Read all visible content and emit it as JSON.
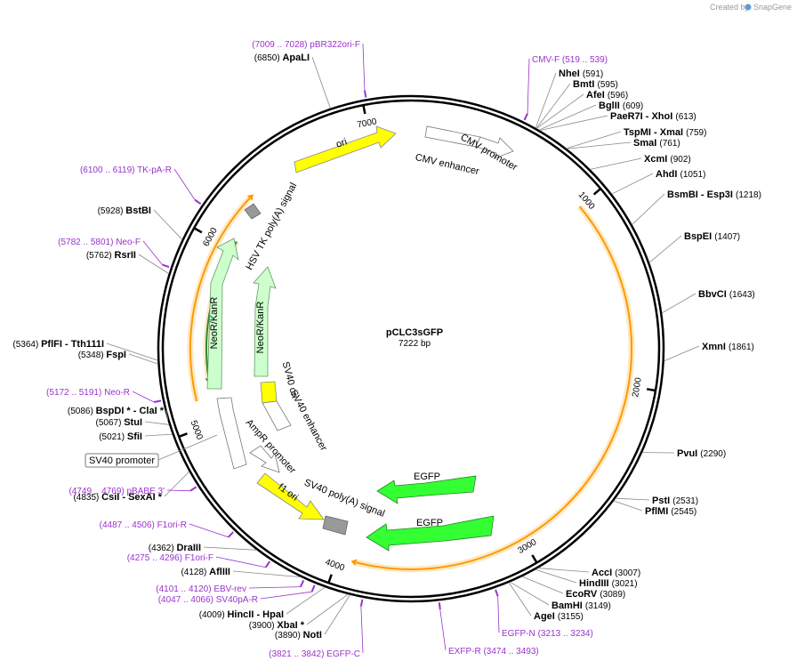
{
  "plasmid": {
    "name": "pCLC3sGFP",
    "size_label": "7222 bp",
    "length": 7222
  },
  "branding": {
    "created_by": "Created by",
    "product": "SnapGene"
  },
  "ticks": [
    {
      "bp": 1000,
      "label": "1000"
    },
    {
      "bp": 2000,
      "label": "2000"
    },
    {
      "bp": 3000,
      "label": "3000"
    },
    {
      "bp": 4000,
      "label": "4000"
    },
    {
      "bp": 5000,
      "label": "5000"
    },
    {
      "bp": 6000,
      "label": "6000"
    },
    {
      "bp": 7000,
      "label": "7000"
    }
  ],
  "enzymes": [
    {
      "name": "NheI",
      "pos": "(591)",
      "bp": 591,
      "side": "right"
    },
    {
      "name": "BmtI",
      "pos": "(595)",
      "bp": 595,
      "side": "right"
    },
    {
      "name": "AfeI",
      "pos": "(596)",
      "bp": 596,
      "side": "right"
    },
    {
      "name": "BglII",
      "pos": "(609)",
      "bp": 609,
      "side": "right"
    },
    {
      "name": "PaeR7I - XhoI",
      "pos": "(613)",
      "bp": 613,
      "side": "right"
    },
    {
      "name": "TspMI - XmaI",
      "pos": "(759)",
      "bp": 759,
      "side": "right"
    },
    {
      "name": "SmaI",
      "pos": "(761)",
      "bp": 761,
      "side": "right"
    },
    {
      "name": "XcmI",
      "pos": "(902)",
      "bp": 902,
      "side": "right"
    },
    {
      "name": "AhdI",
      "pos": "(1051)",
      "bp": 1051,
      "side": "right"
    },
    {
      "name": "BsmBI - Esp3I",
      "pos": "(1218)",
      "bp": 1218,
      "side": "right"
    },
    {
      "name": "BspEI",
      "pos": "(1407)",
      "bp": 1407,
      "side": "right"
    },
    {
      "name": "BbvCI",
      "pos": "(1643)",
      "bp": 1643,
      "side": "right"
    },
    {
      "name": "XmnI",
      "pos": "(1861)",
      "bp": 1861,
      "side": "right"
    },
    {
      "name": "PvuI",
      "pos": "(2290)",
      "bp": 2290,
      "side": "right"
    },
    {
      "name": "PstI",
      "pos": "(2531)",
      "bp": 2531,
      "side": "right"
    },
    {
      "name": "PflMI",
      "pos": "(2545)",
      "bp": 2545,
      "side": "right"
    },
    {
      "name": "AccI",
      "pos": "(3007)",
      "bp": 3007,
      "side": "right"
    },
    {
      "name": "HindIII",
      "pos": "(3021)",
      "bp": 3021,
      "side": "right"
    },
    {
      "name": "EcoRV",
      "pos": "(3089)",
      "bp": 3089,
      "side": "right"
    },
    {
      "name": "BamHI",
      "pos": "(3149)",
      "bp": 3149,
      "side": "right"
    },
    {
      "name": "AgeI",
      "pos": "(3155)",
      "bp": 3155,
      "side": "right"
    },
    {
      "name": "NotI",
      "pos": "(3890)",
      "bp": 3890,
      "side": "left"
    },
    {
      "name": "XbaI *",
      "pos": "(3900)",
      "bp": 3900,
      "side": "left"
    },
    {
      "name": "HincII - HpaI",
      "pos": "(4009)",
      "bp": 4009,
      "side": "left"
    },
    {
      "name": "AflIII",
      "pos": "(4128)",
      "bp": 4128,
      "side": "left"
    },
    {
      "name": "DraIII",
      "pos": "(4362)",
      "bp": 4362,
      "side": "left"
    },
    {
      "name": "CsiI - SexAI *",
      "pos": "(4835)",
      "bp": 4835,
      "side": "left"
    },
    {
      "name": "StuI",
      "pos": "(5067)",
      "bp": 5067,
      "side": "left"
    },
    {
      "name": "SfiI",
      "pos": "(5021)",
      "bp": 5021,
      "side": "left"
    },
    {
      "name": "BspDI * - ClaI *",
      "pos": "(5086)",
      "bp": 5086,
      "side": "left"
    },
    {
      "name": "FspI",
      "pos": "(5348)",
      "bp": 5348,
      "side": "left"
    },
    {
      "name": "PflFI - Tth111I",
      "pos": "(5364)",
      "bp": 5364,
      "side": "left"
    },
    {
      "name": "RsrII",
      "pos": "(5762)",
      "bp": 5762,
      "side": "left"
    },
    {
      "name": "BstBI",
      "pos": "(5928)",
      "bp": 5928,
      "side": "left"
    },
    {
      "name": "ApaLI",
      "pos": "(6850)",
      "bp": 6850,
      "side": "left"
    }
  ],
  "primers": [
    {
      "name": "pBR322ori-F",
      "range": "(7009 .. 7028)",
      "bp": 7018
    },
    {
      "name": "CMV-F",
      "range": "(519 .. 539)",
      "bp": 529
    },
    {
      "name": "TK-pA-R",
      "range": "(6100 .. 6119)",
      "bp": 6110
    },
    {
      "name": "Neo-F",
      "range": "(5782 .. 5801)",
      "bp": 5791
    },
    {
      "name": "Neo-R",
      "range": "(5172 .. 5191)",
      "bp": 5181
    },
    {
      "name": "pBABE 3'",
      "range": "(4749 .. 4769)",
      "bp": 4759
    },
    {
      "name": "F1ori-R",
      "range": "(4487 .. 4506)",
      "bp": 4496
    },
    {
      "name": "F1ori-F",
      "range": "(4275 .. 4296)",
      "bp": 4285
    },
    {
      "name": "EBV-rev",
      "range": "(4101 .. 4120)",
      "bp": 4110
    },
    {
      "name": "SV40pA-R",
      "range": "(4047 .. 4066)",
      "bp": 4056
    },
    {
      "name": "EGFP-C",
      "range": "(3821 .. 3842)",
      "bp": 3831
    },
    {
      "name": "EXFP-R",
      "range": "(3474 .. 3493)",
      "bp": 3483
    },
    {
      "name": "EGFP-N",
      "range": "(3213 .. 3234)",
      "bp": 3223
    }
  ],
  "features": [
    {
      "label": "ori",
      "color": "#ffff00"
    },
    {
      "label": "CMV enhancer",
      "color": "#ffffff"
    },
    {
      "label": "CMV promoter",
      "color": "#ffffff"
    },
    {
      "label": "HSV TK poly(A) signal",
      "color": "#999999"
    },
    {
      "label": "NeoR/KanR",
      "color": "#ccffcc"
    },
    {
      "label": "NeoR/KanR",
      "color": "#ccffcc"
    },
    {
      "label": "SV40 ori",
      "color": "#ffff00"
    },
    {
      "label": "SV40 enhancer",
      "color": "#ffffff"
    },
    {
      "label": "SV40 promoter",
      "color": "#ffffff"
    },
    {
      "label": "AmpR promoter",
      "color": "#ffffff"
    },
    {
      "label": "f1 ori",
      "color": "#ffff00"
    },
    {
      "label": "SV40 poly(A) signal",
      "color": "#999999"
    },
    {
      "label": "EGFP",
      "color": "#33ff33"
    },
    {
      "label": "EGFP",
      "color": "#33ff33"
    }
  ],
  "colors": {
    "backbone": "#000000",
    "orf": "#ff9900",
    "primer": "#9933cc"
  }
}
